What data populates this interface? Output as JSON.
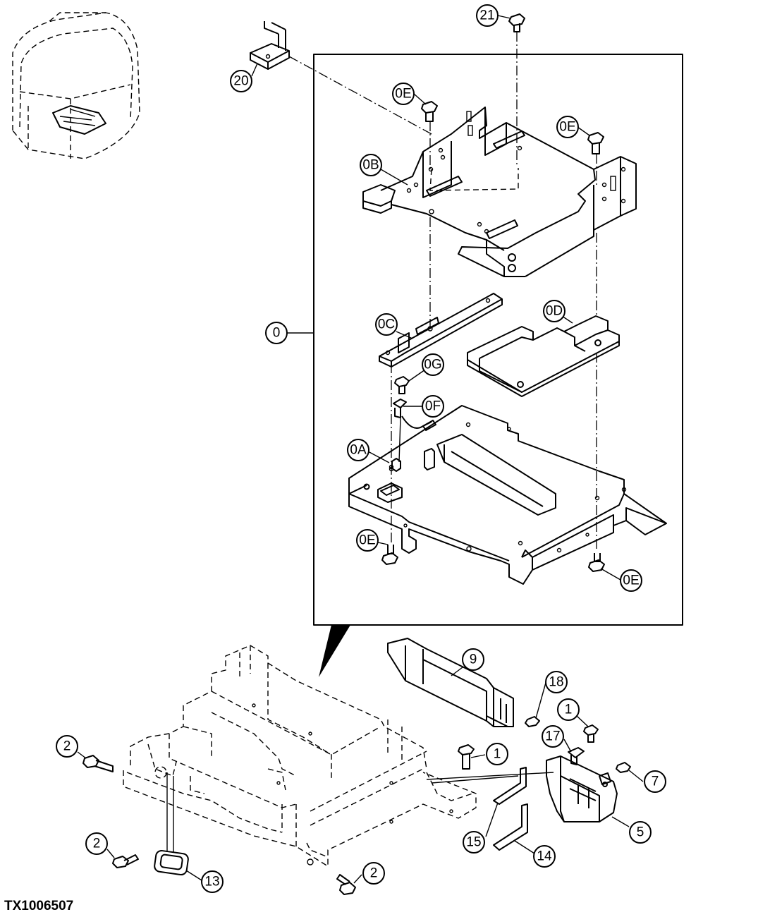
{
  "figure_id": "TX1006507",
  "callouts": [
    {
      "label": "21"
    },
    {
      "label": "20"
    },
    {
      "label": "0E"
    },
    {
      "label": "0E"
    },
    {
      "label": "0B"
    },
    {
      "label": "0C"
    },
    {
      "label": "0D"
    },
    {
      "label": "0"
    },
    {
      "label": "0G"
    },
    {
      "label": "0F"
    },
    {
      "label": "0A"
    },
    {
      "label": "0E"
    },
    {
      "label": "0E"
    },
    {
      "label": "9"
    },
    {
      "label": "18"
    },
    {
      "label": "1"
    },
    {
      "label": "17"
    },
    {
      "label": "1"
    },
    {
      "label": "7"
    },
    {
      "label": "2"
    },
    {
      "label": "2"
    },
    {
      "label": "15"
    },
    {
      "label": "14"
    },
    {
      "label": "5"
    },
    {
      "label": "13"
    },
    {
      "label": "2"
    }
  ]
}
